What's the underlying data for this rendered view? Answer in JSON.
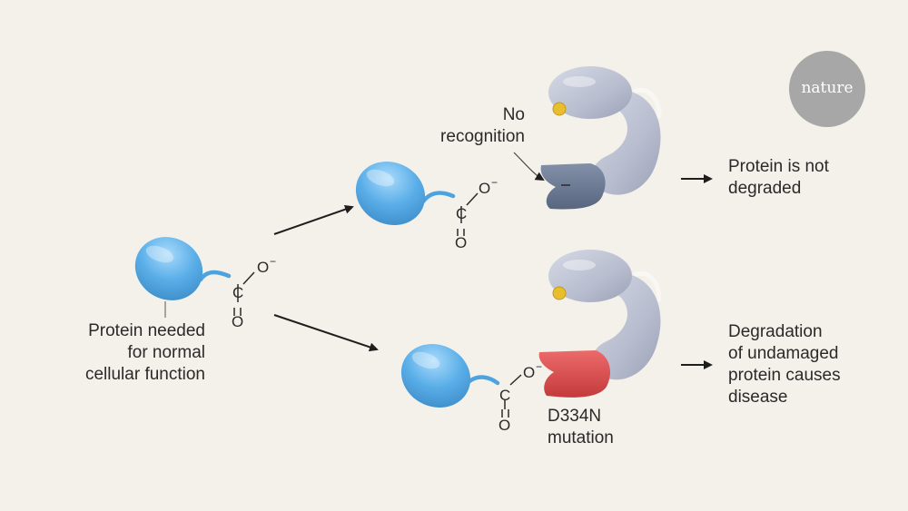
{
  "labels": {
    "protein_needed": [
      "Protein needed",
      "for normal",
      "cellular function"
    ],
    "no_recognition": [
      "No",
      "recognition"
    ],
    "not_degraded": [
      "Protein is not",
      "degraded"
    ],
    "degradation": [
      "Degradation",
      "of undamaged",
      "protein causes",
      "disease"
    ],
    "mutation": [
      "D334N",
      "mutation"
    ]
  },
  "chem": {
    "carbon": "C",
    "oxygen": "O",
    "charge": "−"
  },
  "logo": {
    "text": "nature"
  },
  "colors": {
    "background": "#f4f1ea",
    "protein_blue": "#5aaee8",
    "receptor_grey": "#b8bdcf",
    "recognition_site_normal": "#66758f",
    "recognition_site_mutant": "#d8484a",
    "marker_yellow": "#e6be2e",
    "logo_grey": "#a7a7a7"
  }
}
